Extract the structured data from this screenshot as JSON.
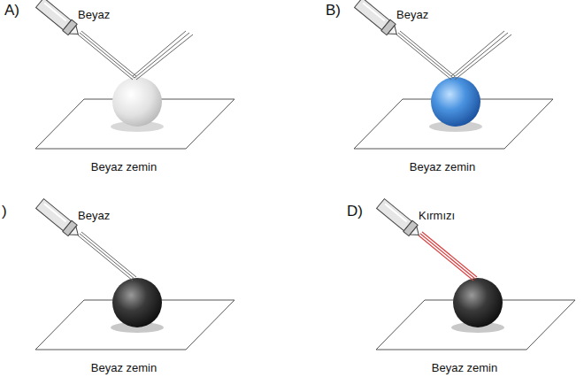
{
  "diagram": {
    "labels": [
      "A)",
      "Beyaz",
      "Beyaz zemin",
      "B)",
      "Beyaz",
      "Beyaz zemin",
      ")",
      "Beyaz",
      "Beyaz zemin",
      "D)",
      "Kırmızı",
      "Beyaz zemin"
    ]
  }
}
